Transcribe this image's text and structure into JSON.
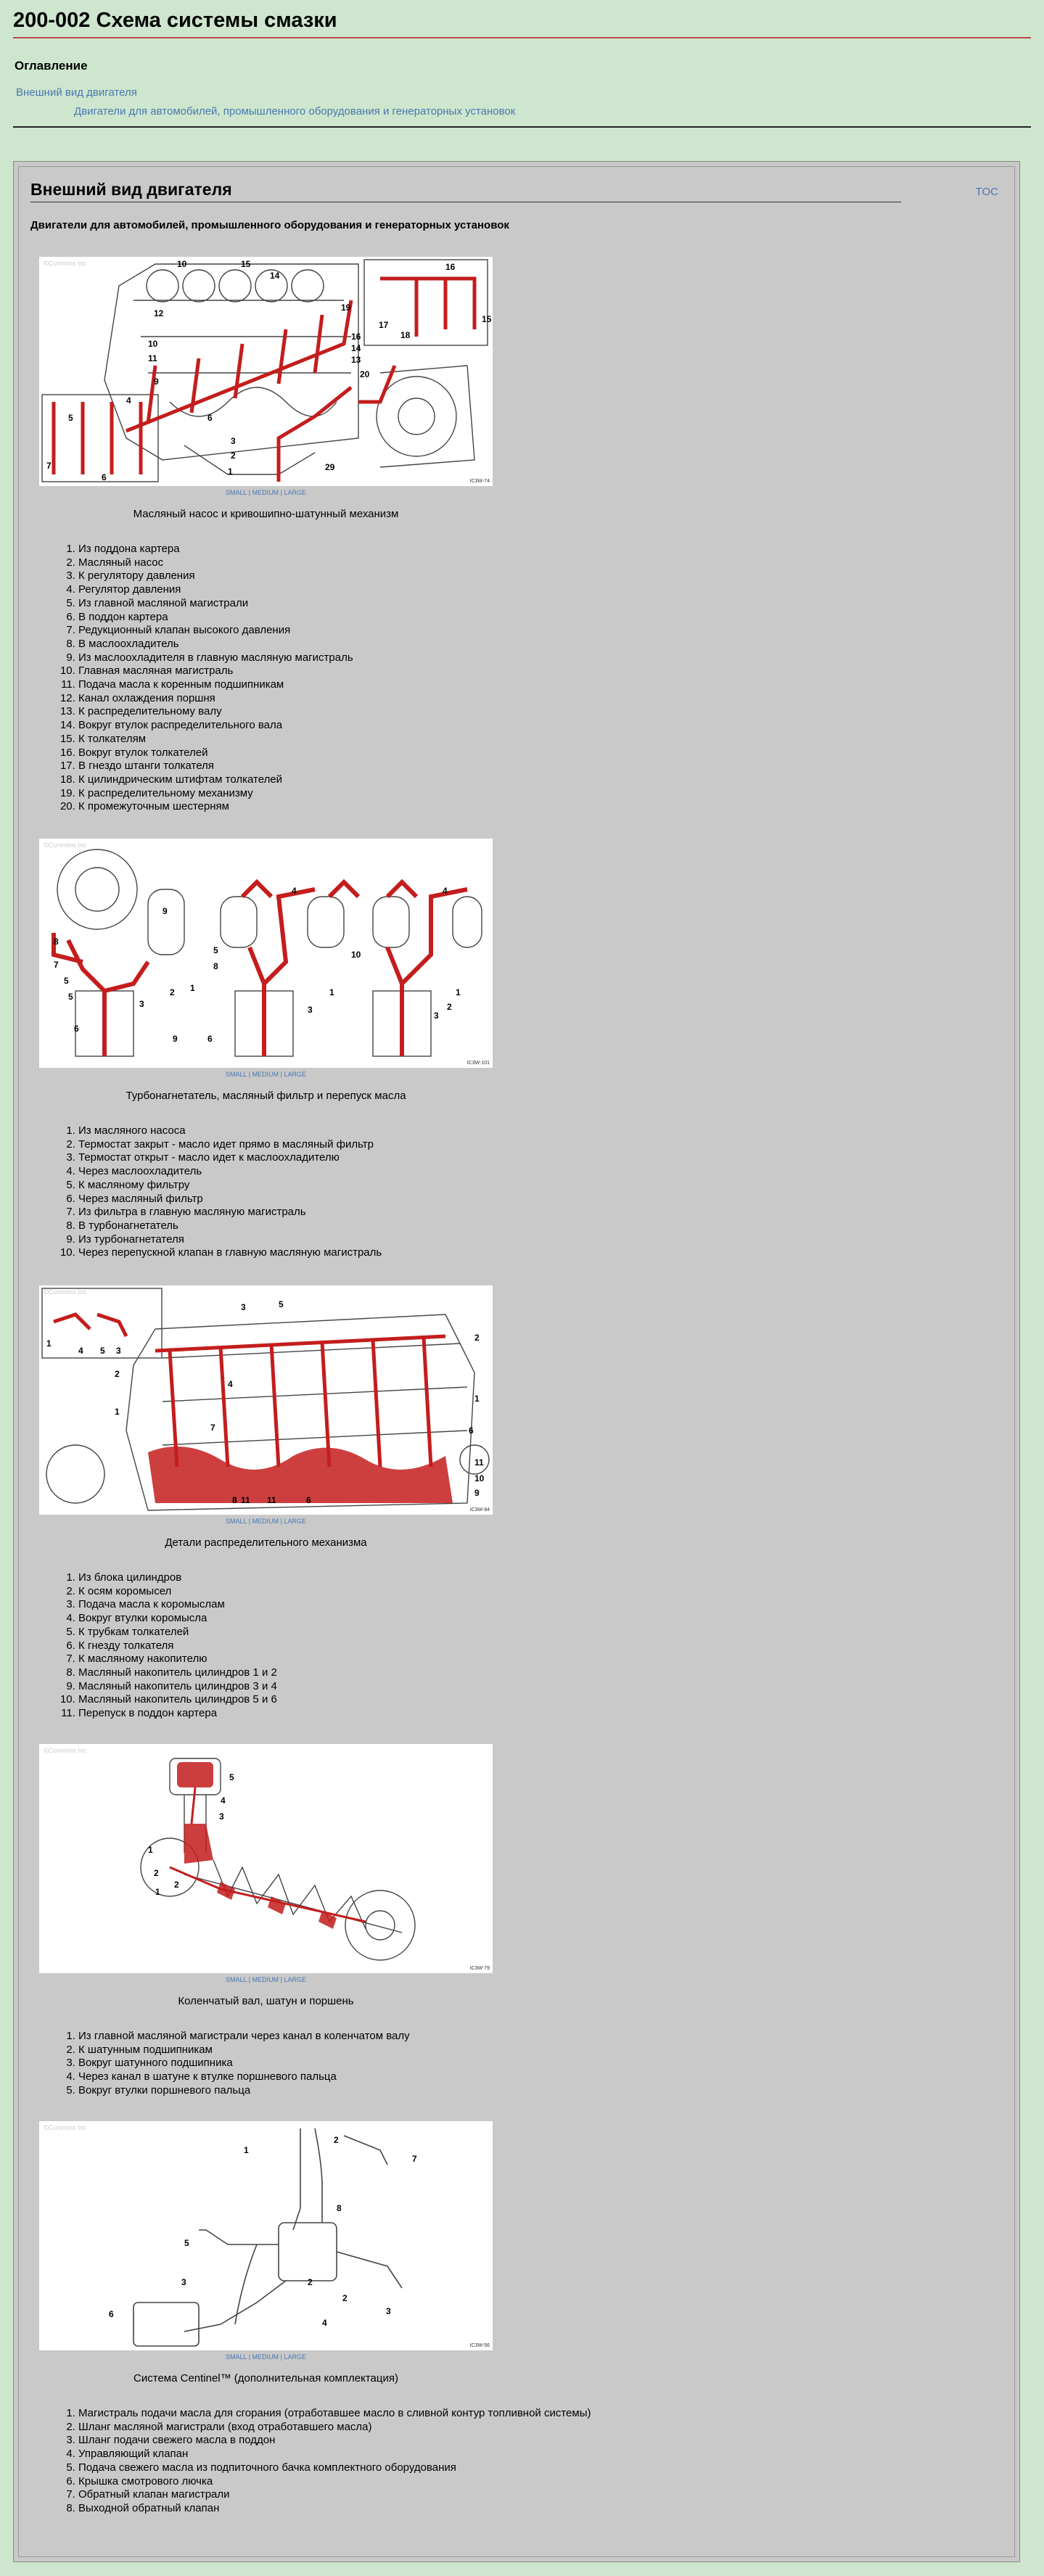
{
  "page": {
    "title": "200-002   Схема системы смазки",
    "toc_heading": "Оглавление",
    "toc": [
      "Внешний вид двигателя",
      "Двигатели для автомобилей, промышленного оборудования и генераторных установок"
    ]
  },
  "section": {
    "title": "Внешний вид двигателя",
    "toc_link": "TOC",
    "subtitle": "Двигатели для автомобилей, промышленного оборудования и генераторных установок"
  },
  "image_sizes": {
    "small": "SMALL",
    "sep": "|",
    "medium": "MEDIUM",
    "large": "LARGE"
  },
  "figures": [
    {
      "caption": "Масляный насос и кривошипно-шатунный механизм",
      "code": "IC3W-74",
      "items": [
        "Из поддона картера",
        "Масляный насос",
        "К регулятору давления",
        "Регулятор давления",
        "Из главной масляной магистрали",
        "В поддон картера",
        "Редукционный клапан высокого давления",
        "В маслоохладитель",
        "Из маслоохладителя в главную масляную магистраль",
        "Главная масляная магистраль",
        "Подача масла к коренным подшипникам",
        "Канал охлаждения поршня",
        "К распределительному валу",
        "Вокруг втулок распределительного вала",
        "К толкателям",
        "Вокруг втулок толкателей",
        "В гнездо штанги толкателя",
        "К цилиндрическим штифтам толкателей",
        "К распределительному механизму",
        "К промежуточным шестерням"
      ]
    },
    {
      "caption": "Турбонагнетатель, масляный фильтр и перепуск масла",
      "code": "IC3W-101",
      "items": [
        "Из масляного насоса",
        "Термостат закрыт - масло идет прямо в масляный фильтр",
        "Термостат открыт - масло идет к маслоохладителю",
        "Через маслоохладитель",
        "К масляному фильтру",
        "Через масляный фильтр",
        "Из фильтра в главную масляную магистраль",
        "В турбонагнетатель",
        "Из турбонагнетателя",
        "Через перепускной клапан в главную масляную магистраль"
      ]
    },
    {
      "caption": "Детали распределительного механизма",
      "code": "IC3W-84",
      "items": [
        "Из блока цилиндров",
        "К осям коромысел",
        "Подача масла к коромыслам",
        "Вокруг втулки коромысла",
        "К трубкам толкателей",
        "К гнезду толкателя",
        "К масляному накопителю",
        "Масляный накопитель цилиндров 1 и 2",
        "Масляный накопитель цилиндров 3 и 4",
        "Масляный накопитель цилиндров 5 и 6",
        "Перепуск в поддон картера"
      ]
    },
    {
      "caption": "Коленчатый вал, шатун и поршень",
      "code": "IC3W-79",
      "items": [
        "Из главной масляной магистрали через канал в коленчатом валу",
        "К шатунным подшипникам",
        "Вокруг шатунного подшипника",
        "Через канал в шатуне к втулке поршневого пальца",
        "Вокруг втулки поршневого пальца"
      ]
    },
    {
      "caption": "Система Centinel™ (дополнительная комплектация)",
      "code": "IC3W-56",
      "items": [
        "Магистраль подачи масла для сгорания (отработавшее масло в сливной контур топливной системы)",
        "Шланг масляной магистрали (вход отработавшего масла)",
        "Шланг подачи свежего масла в поддон",
        "Управляющий клапан",
        "Подача свежего масла из подпиточного бачка комплектного оборудования",
        "Крышка смотрового лючка",
        "Обратный клапан магистрали",
        "Выходной обратный клапан"
      ]
    }
  ]
}
